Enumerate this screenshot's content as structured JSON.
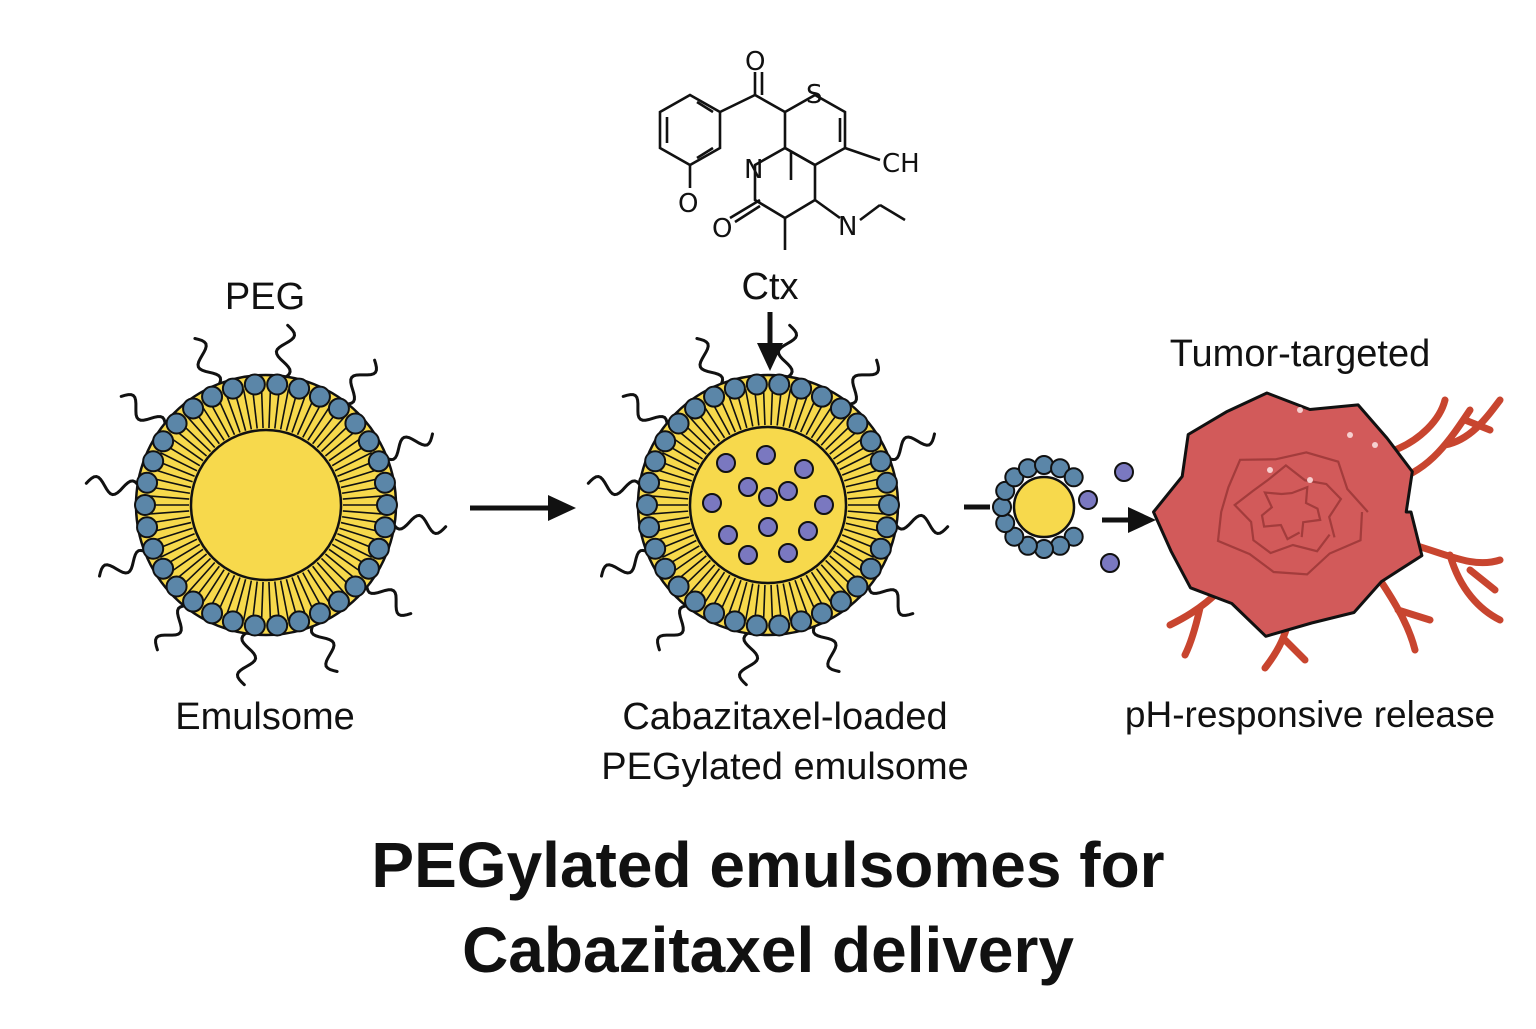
{
  "labels": {
    "peg": "PEG",
    "emulsome": "Emulsome",
    "ctx": "Ctx",
    "loaded_line1": "Cabazitaxel-loaded",
    "loaded_line2": "PEGylated emulsome",
    "tumor_targeted": "Tumor-targeted",
    "ph_release": "pH-responsive release"
  },
  "molecule": {
    "atoms": {
      "carbonyl_o": "O",
      "sulfur": "S",
      "nitrogen_ring": "N",
      "methyl": "CH",
      "ring_o": "O",
      "lactam_o": "O",
      "amine_n": "N"
    }
  },
  "title": {
    "line1": "PEGylated emulsomes for",
    "line2": "Cabazitaxel delivery"
  },
  "colors": {
    "core_yellow": "#f7d94c",
    "lipid_head_blue": "#5b86a8",
    "drug_purple": "#7a78c0",
    "tumor_red": "#d25a5a",
    "vessel_red": "#c8452f",
    "outline": "#111111"
  }
}
